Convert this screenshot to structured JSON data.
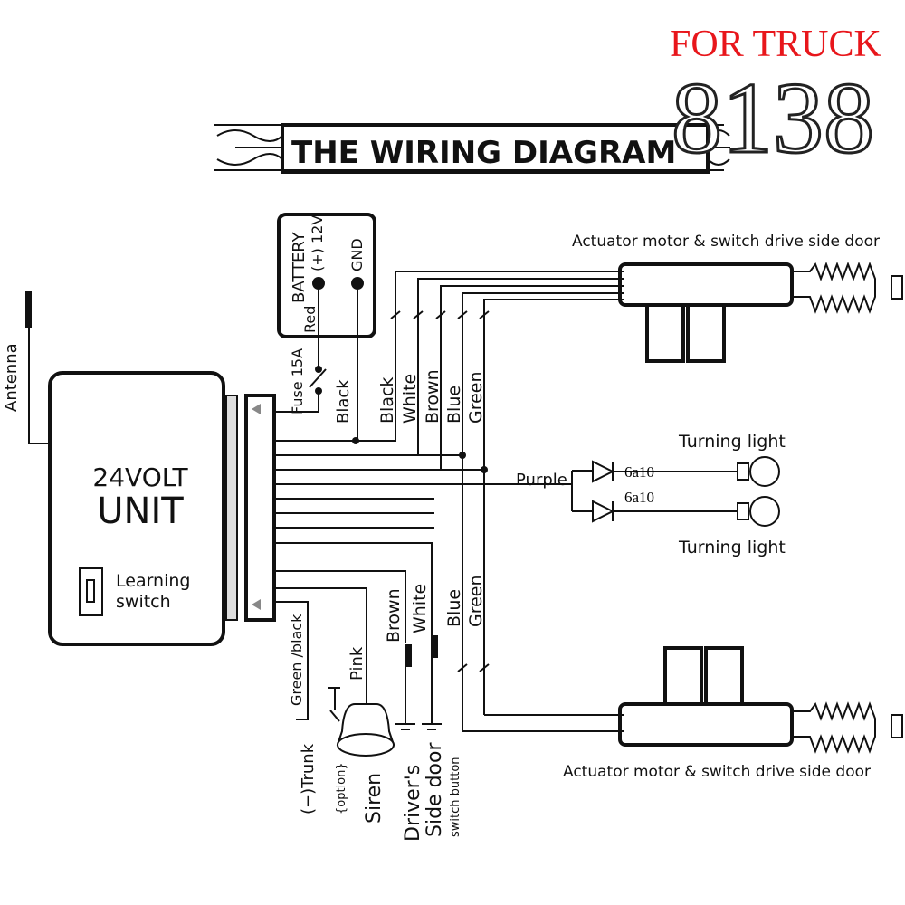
{
  "header": {
    "model_note": "FOR TRUCK",
    "model_number": "8138",
    "banner_title": "THE WIRING DIAGRAM",
    "accent_color": "#e8161b"
  },
  "unit": {
    "voltage": "24VOLT",
    "name": "UNIT",
    "learning_switch_line1": "Learning",
    "learning_switch_line2": "switch"
  },
  "antenna": {
    "label": "Antenna"
  },
  "battery": {
    "label": "BATTERY",
    "positive": "(+) 12V",
    "ground": "GND",
    "red_wire": "Red",
    "fuse": "Fuse 15A",
    "black_wire": "Black"
  },
  "wires_top": [
    "Black",
    "White",
    "Brown",
    "Blue",
    "Green"
  ],
  "wires_bottom_actuator": [
    "Blue",
    "Green"
  ],
  "turning_lights": {
    "wire": "Purple",
    "diode_1": "6a10",
    "diode_2": "6a10",
    "label_top": "Turning light",
    "label_bottom": "Turning light"
  },
  "actuators": {
    "top_label": "Actuator motor & switch drive side door",
    "bottom_label": "Actuator motor & switch drive side door"
  },
  "accessories": {
    "trunk_wire": "Green /black",
    "trunk_label": "(−)Trunk",
    "siren_wire": "Pink",
    "siren_option": "{option}",
    "siren_label": "Siren",
    "brown_wire": "Brown",
    "white_wire": "White",
    "switch_label_1": "Driver's",
    "switch_label_2": "Side door",
    "switch_label_3": "switch button"
  }
}
